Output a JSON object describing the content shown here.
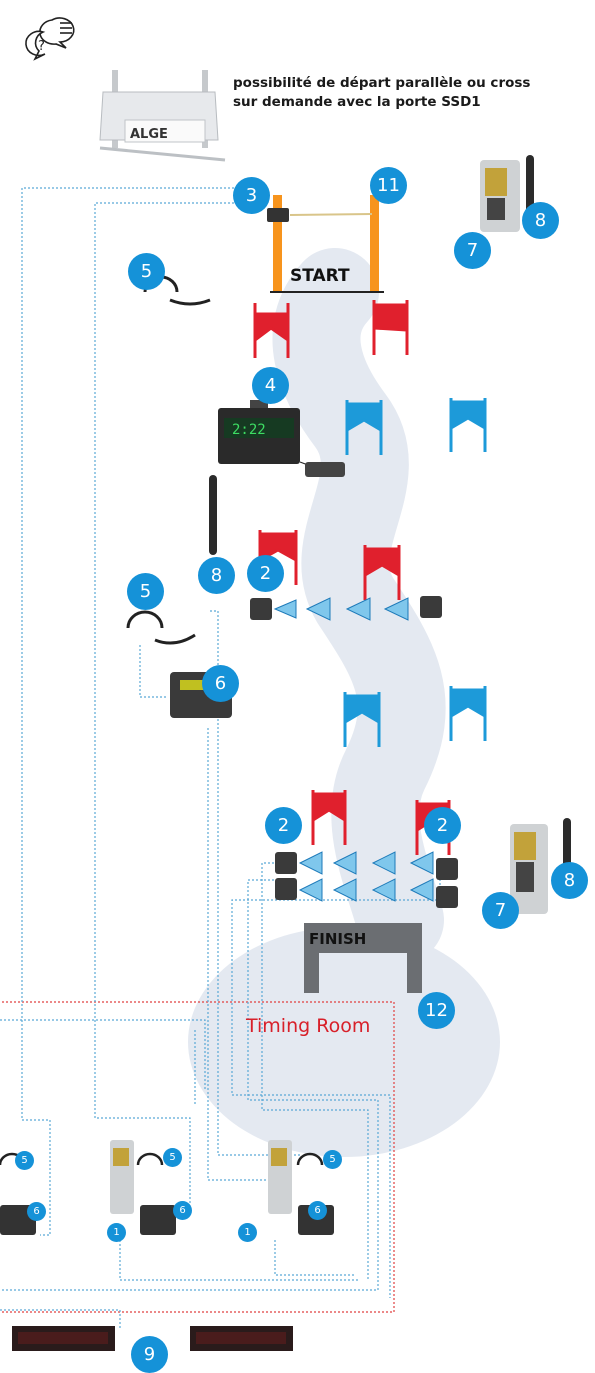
{
  "note": {
    "line1": "possibilité de départ parallèle ou cross",
    "line2": "sur demande avec la porte SSD1"
  },
  "gates": {
    "start": "START",
    "finish": "FINISH"
  },
  "room": {
    "label": "Timing Room"
  },
  "badges": {
    "b3": "3",
    "b11": "11",
    "b7a": "7",
    "b8a": "8",
    "b5a": "5",
    "b4": "4",
    "b8b": "8",
    "b2a": "2",
    "b5b": "5",
    "b6a": "6",
    "b2b": "2",
    "b2c": "2",
    "b7b": "7",
    "b8c": "8",
    "b12": "12",
    "s5a": "5",
    "s6a": "6",
    "s5b": "5",
    "s6b": "6",
    "s1a": "1",
    "s5c": "5",
    "s6c": "6",
    "s1b": "1",
    "b9": "9"
  },
  "icons": {
    "help": "question-chat-icon"
  },
  "colors": {
    "badge": "#1592d8",
    "track": "#e4e9f1",
    "gate": "#f7941d",
    "red_flag": "#e0202d",
    "blue_flag": "#1d9ad9",
    "dotted_line": "#5aa9d6",
    "room_border": "#e04040"
  }
}
